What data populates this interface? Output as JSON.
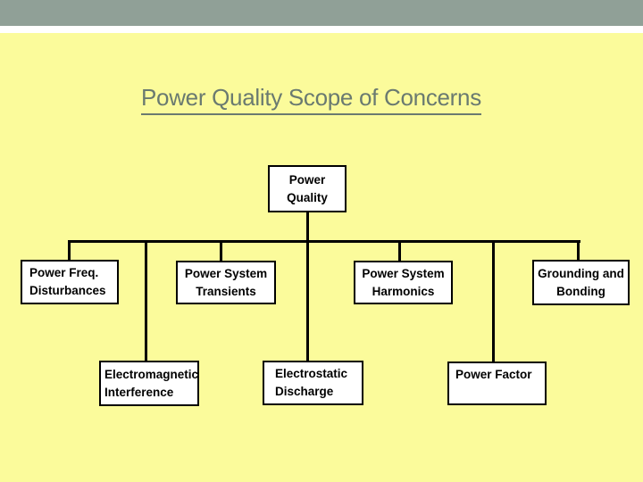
{
  "slide": {
    "title": "Power Quality Scope of Concerns"
  },
  "diagram": {
    "nodes": [
      {
        "id": "power-quality",
        "line1": "Power",
        "line2": "Quality"
      },
      {
        "id": "power-freq-disturbances",
        "line1": "Power Freq.",
        "line2": "Disturbances"
      },
      {
        "id": "power-system-transients",
        "line1": "Power System",
        "line2": "Transients"
      },
      {
        "id": "power-system-harmonics",
        "line1": "Power System",
        "line2": "Harmonics"
      },
      {
        "id": "grounding-and-bonding",
        "line1": "Grounding and",
        "line2": "Bonding"
      },
      {
        "id": "electromagnetic-interference",
        "line1": "Electromagnetic",
        "line2": "Interference"
      },
      {
        "id": "electrostatic-discharge",
        "line1": "Electrostatic",
        "line2": "Discharge"
      },
      {
        "id": "power-factor",
        "line1": "Power Factor",
        "line2": ""
      }
    ],
    "edges": [
      {
        "from": "Power Quality",
        "to": "Power Freq. Disturbances"
      },
      {
        "from": "Power Quality",
        "to": "Power System Transients"
      },
      {
        "from": "Power Quality",
        "to": "Power System Harmonics"
      },
      {
        "from": "Power Quality",
        "to": "Grounding and Bonding"
      },
      {
        "from": "Power Quality",
        "to": "Electromagnetic Interference"
      },
      {
        "from": "Power Quality",
        "to": "Electrostatic Discharge"
      },
      {
        "from": "Power Quality",
        "to": "Power Factor"
      }
    ]
  },
  "colors": {
    "slide_background": "#FBFB9B",
    "top_band": "#90A097",
    "accent_strip": "#FFFFFF",
    "title_text": "#6A7A70",
    "box_fill": "#FFFFFF",
    "box_border": "#000000",
    "connector": "#000000"
  }
}
